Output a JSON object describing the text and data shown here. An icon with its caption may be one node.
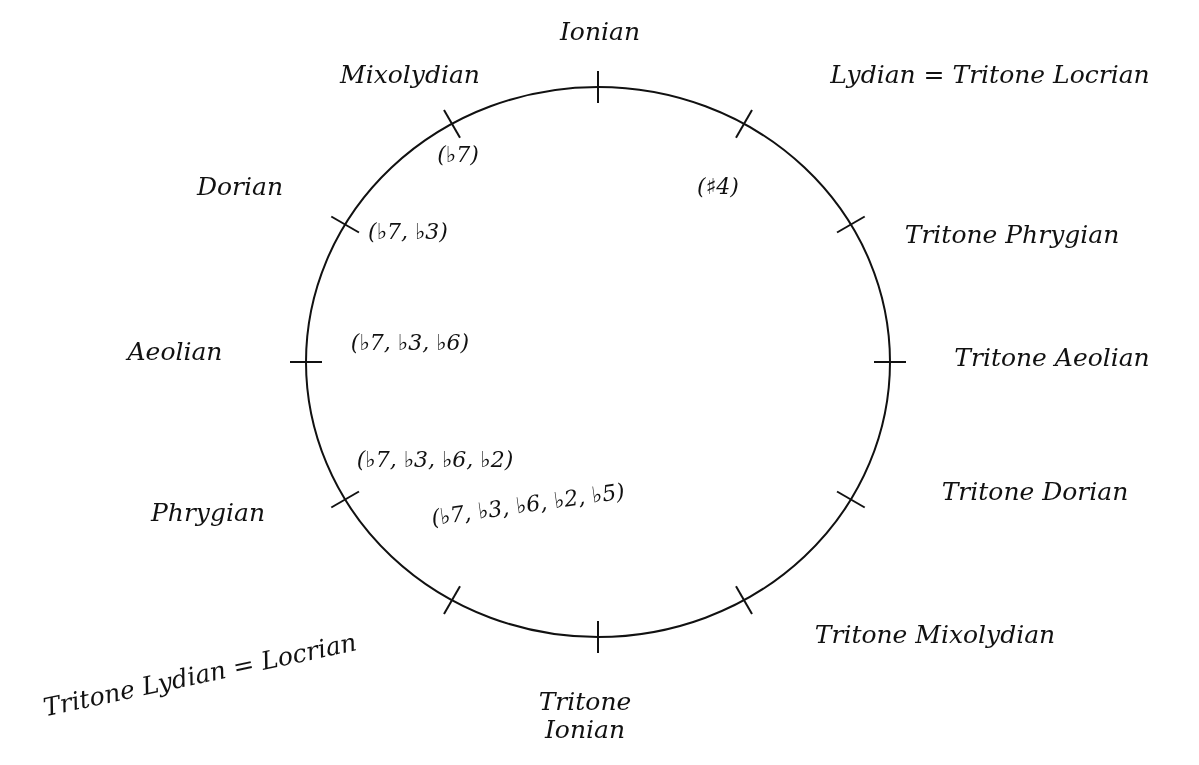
{
  "diagram": {
    "labels": [
      "Ionian",
      "Mixolydian",
      "Lydian = Tritone Locrian",
      "(♭7)",
      "Dorian",
      "(♯4)",
      "(♭7, ♭3)",
      "Tritone Phrygian",
      "Aeolian",
      "(♭7, ♭3, ♭6)",
      "Tritone Aeolian",
      "(♭7, ♭3, ♭6, ♭2)",
      "Tritone Dorian",
      "Phrygian",
      "(♭7, ♭3, ♭6, ♭2, ♭5)",
      "Tritone Lydian = Locrian",
      "Tritone Mixolydian",
      "Tritone Ionian"
    ]
  }
}
